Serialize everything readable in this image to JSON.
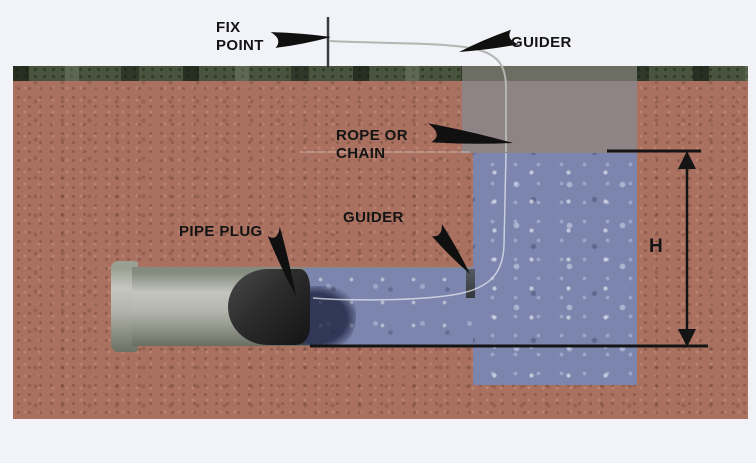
{
  "diagram": {
    "title_hint": "pipe plug installation cross-section",
    "labels": {
      "fix_point": "FIX\nPOINT",
      "guider_top": "GUIDER",
      "rope_or_chain": "ROPE OR\nCHAIN",
      "guider_mid": "GUIDER",
      "pipe_plug": "PIPE PLUG",
      "height_dim": "H"
    },
    "colors": {
      "page_background": "#f2f3f8",
      "soil": "#aa7160",
      "grass": "#49543f",
      "shaft_gray": "#8e8385",
      "water": "#7b85ad",
      "pipe_gray": "#b4b6af",
      "plug_dark": "#262626",
      "guider_tab": "#3f444a",
      "annotation_black": "#141414",
      "rope_gray": "#b4b6b2"
    }
  }
}
